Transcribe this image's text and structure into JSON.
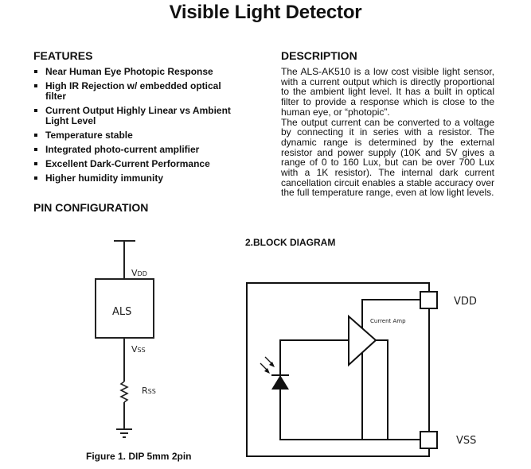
{
  "title": "Visible Light Detector",
  "features": {
    "heading": "FEATURES",
    "items": [
      "Near Human Eye Photopic Response",
      "High IR Rejection w/ embedded optical filter",
      "Current Output Highly Linear vs Ambient Light Level",
      "Temperature stable",
      "Integrated photo-current amplifier",
      "Excellent Dark-Current Performance",
      "Higher humidity immunity"
    ]
  },
  "pin_config": {
    "heading": "PIN CONFIGURATION",
    "chip_label": "ALS",
    "vdd_label": "V",
    "vdd_sub": "DD",
    "vss_label": "V",
    "vss_sub": "SS",
    "rss_label": "R",
    "rss_sub": "SS",
    "caption": "Figure 1. DIP 5mm 2pin"
  },
  "description": {
    "heading": "DESCRIPTION",
    "paragraphs": [
      "The ALS-AK510 is a low cost visible light sensor, with a current output which is directly proportional to the ambient light level. It has a built in optical filter to provide a response which is close to the human eye, or “photopic”.",
      "The output current can be converted to a voltage by connecting it in series with a resistor. The dynamic range is determined by the external resistor and power supply (10K and 5V gives a range of 0 to 160 Lux, but can be over 700 Lux with a 1K resistor). The internal dark current cancellation circuit enables a stable accuracy over the full temperature range, even at low light levels."
    ]
  },
  "block_diagram": {
    "heading": "2.BLOCK DIAGRAM",
    "amp_label": "Current Amp",
    "vdd_pin": "VDD",
    "vss_pin": "VSS"
  }
}
